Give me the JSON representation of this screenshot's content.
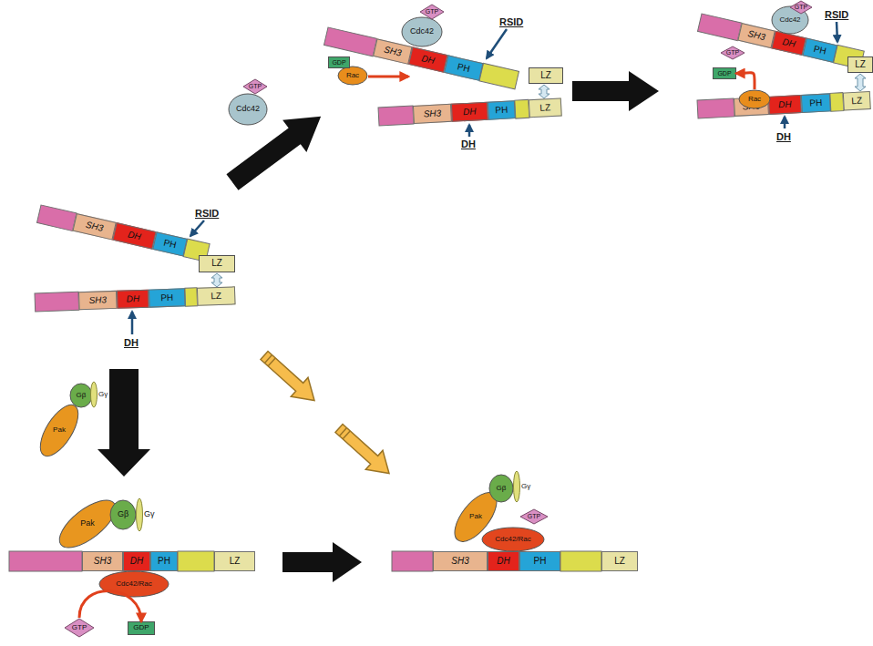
{
  "diagram": {
    "nodes": [
      {
        "text": [
          "GTP"
        ]
      },
      {
        "text": [
          "Cdc42"
        ]
      },
      {
        "text": [
          "GTP"
        ]
      },
      {
        "text": [
          "Cdc42"
        ]
      },
      {
        "text": [
          "SH3"
        ]
      },
      {
        "text": [
          "DH"
        ]
      },
      {
        "text": [
          "PH"
        ]
      },
      {
        "text": [
          "LZ"
        ]
      },
      {
        "text": [
          "GDP"
        ]
      },
      {
        "text": [
          "Rac"
        ]
      },
      {
        "text": [
          "SH3"
        ]
      },
      {
        "text": [
          "DH"
        ]
      },
      {
        "text": [
          "PH"
        ]
      },
      {
        "text": [
          "LZ"
        ]
      },
      {
        "text": [
          "GTP"
        ]
      },
      {
        "text": [
          "Cdc42"
        ]
      },
      {
        "text": [
          "SH3"
        ]
      },
      {
        "text": [
          "DH"
        ]
      },
      {
        "text": [
          "PH"
        ]
      },
      {
        "text": [
          "LZ"
        ]
      },
      {
        "text": [
          "GTP"
        ]
      },
      {
        "text": [
          "GDP"
        ]
      },
      {
        "text": [
          "Rac"
        ]
      },
      {
        "text": [
          "SH3"
        ]
      },
      {
        "text": [
          "DH"
        ]
      },
      {
        "text": [
          "PH"
        ]
      },
      {
        "text": [
          "LZ"
        ]
      },
      {
        "text": [
          "SH3"
        ]
      },
      {
        "text": [
          "DH"
        ]
      },
      {
        "text": [
          "PH"
        ]
      },
      {
        "text": [
          "LZ"
        ]
      },
      {
        "text": [
          "SH3"
        ]
      },
      {
        "text": [
          "DH"
        ]
      },
      {
        "text": [
          "PH"
        ]
      },
      {
        "text": [
          "LZ"
        ]
      },
      {
        "text": [
          "Gβ"
        ]
      },
      {
        "text": [
          "Gγ"
        ]
      },
      {
        "text": [
          "Pak"
        ]
      },
      {
        "text": [
          "Pak"
        ]
      },
      {
        "text": [
          "Gβ"
        ]
      },
      {
        "text": [
          "Gγ"
        ]
      },
      {
        "text": [
          "SH3"
        ]
      },
      {
        "text": [
          "DH"
        ]
      },
      {
        "text": [
          "PH"
        ]
      },
      {
        "text": [
          "LZ"
        ]
      },
      {
        "text": [
          "Cdc42/Rac"
        ]
      },
      {
        "text": [
          "GTP"
        ]
      },
      {
        "text": [
          "GDP"
        ]
      },
      {
        "text": [
          "Gβ"
        ]
      },
      {
        "text": [
          "Gγ"
        ]
      },
      {
        "text": [
          "Pak"
        ]
      },
      {
        "text": [
          "GTP"
        ]
      },
      {
        "text": [
          "Cdc42/Rac"
        ]
      },
      {
        "text": [
          "SH3"
        ]
      },
      {
        "text": [
          "DH"
        ]
      },
      {
        "text": [
          "PH"
        ]
      },
      {
        "text": [
          "LZ"
        ]
      }
    ],
    "edges": [
      {
        "from": 22,
        "to": 21,
        "arrow": "to"
      },
      {
        "from": 46,
        "to": 47,
        "arrow": "to"
      }
    ],
    "labels": [
      "RSID",
      "DH",
      "RSID",
      "DH",
      "RSID",
      "DH"
    ]
  }
}
